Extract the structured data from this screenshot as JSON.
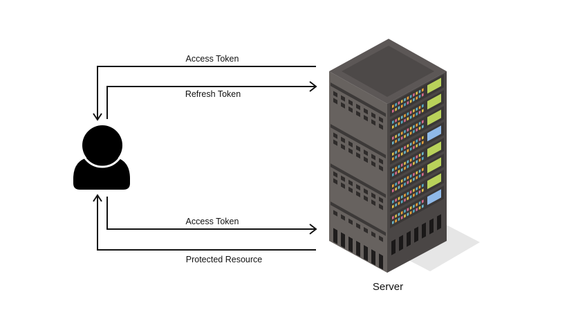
{
  "diagram": {
    "user": {
      "icon": "user-icon"
    },
    "server": {
      "icon": "server-rack-icon",
      "label": "Server"
    },
    "flows": [
      {
        "label": "Access Token",
        "direction": "to-user"
      },
      {
        "label": "Refresh Token",
        "direction": "to-server"
      },
      {
        "label": "Access Token",
        "direction": "to-server"
      },
      {
        "label": "Protected Resource",
        "direction": "to-user"
      }
    ]
  },
  "colors": {
    "line": "#111111",
    "rack_front": "#67625f",
    "rack_side": "#4a4645",
    "rack_top": "#5c5756",
    "shadow": "#e6e6e6",
    "led_green": "#b9d25a",
    "led_blue": "#8fb9e8"
  }
}
